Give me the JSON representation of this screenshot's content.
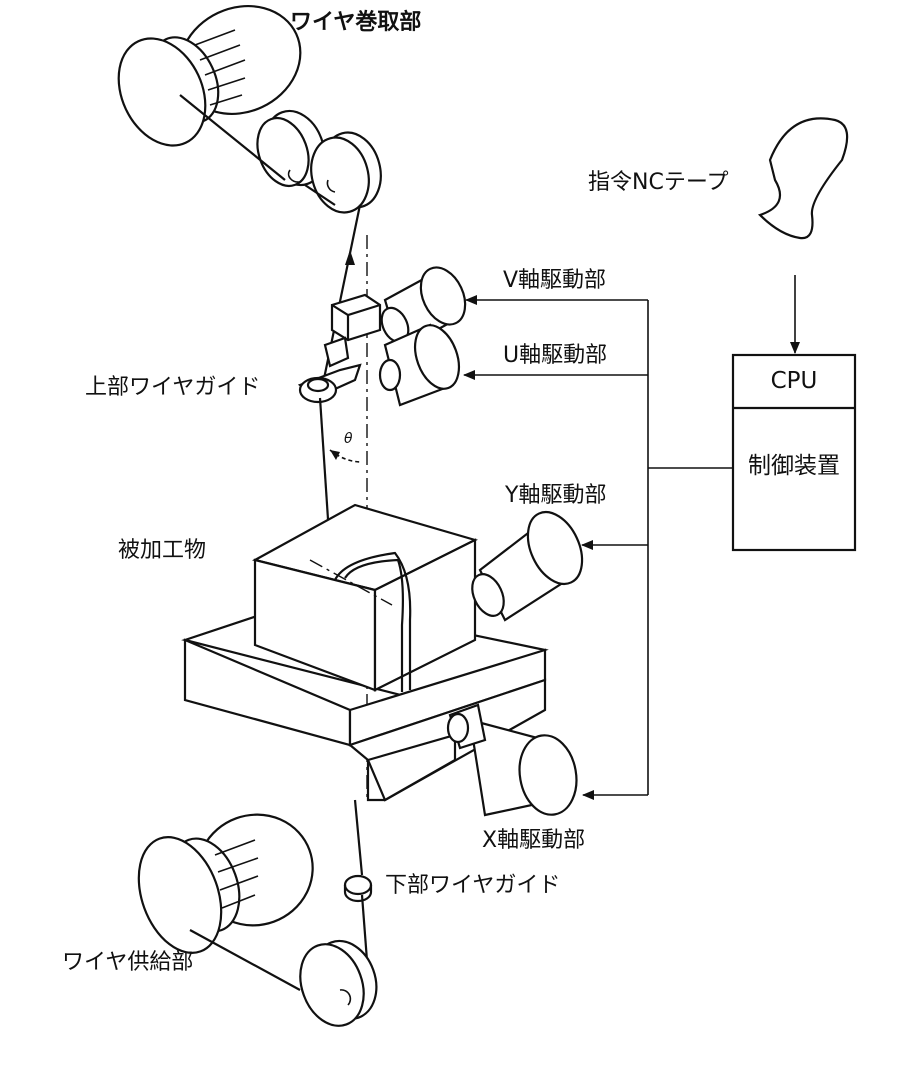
{
  "labels": {
    "wire_winding": "ワイヤ巻取部",
    "nc_tape": "指令NCテープ",
    "v_axis": "V軸駆動部",
    "u_axis": "U軸駆動部",
    "upper_guide": "上部ワイヤガイド",
    "theta": "θ",
    "y_axis": "Y軸駆動部",
    "workpiece": "被加工物",
    "x_axis": "X軸駆動部",
    "lower_guide": "下部ワイヤガイド",
    "wire_supply": "ワイヤ供給部"
  },
  "controller": {
    "cpu": "CPU",
    "control_unit": "制御装置"
  }
}
